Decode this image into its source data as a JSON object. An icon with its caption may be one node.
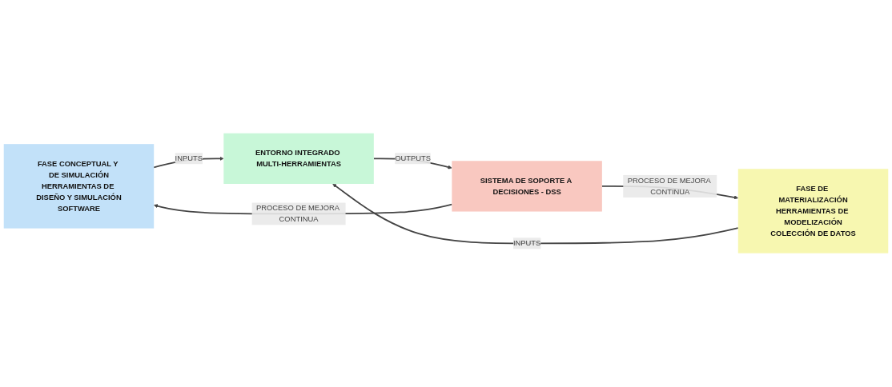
{
  "diagram": {
    "nodes": [
      {
        "text": [
          "FASE CONCEPTUAL Y DE SIMULACIÓN",
          "HERRAMIENTAS DE DISEÑO Y SIMULACIÓN",
          "SOFTWARE"
        ]
      },
      {
        "text": [
          "ENTORNO INTEGRADO MULTI-HERRAMIENTAS"
        ]
      },
      {
        "text": [
          "FASE DE MATERIALIZACIÓN",
          "HERRAMIENTAS DE MODELIZACIÓN",
          "COLECCIÓN DE DATOS"
        ]
      },
      {
        "text": [
          "SISTEMA DE SOPORTE A DECISIONES - DSS"
        ]
      }
    ],
    "edges": [
      {
        "from": 0,
        "to": 1,
        "arrow": "to",
        "label": "INPUTS"
      },
      {
        "from": 2,
        "to": 1,
        "arrow": "to",
        "label": "INPUTS"
      },
      {
        "from": 3,
        "to": 0,
        "arrow": "to",
        "label": "PROCESO DE MEJORA CONTINUA"
      },
      {
        "from": 1,
        "to": 3,
        "arrow": "to",
        "label": "OUTPUTS"
      },
      {
        "from": 3,
        "to": 2,
        "arrow": "to",
        "label": "PROCESO DE MEJORA CONTINUA"
      }
    ]
  }
}
